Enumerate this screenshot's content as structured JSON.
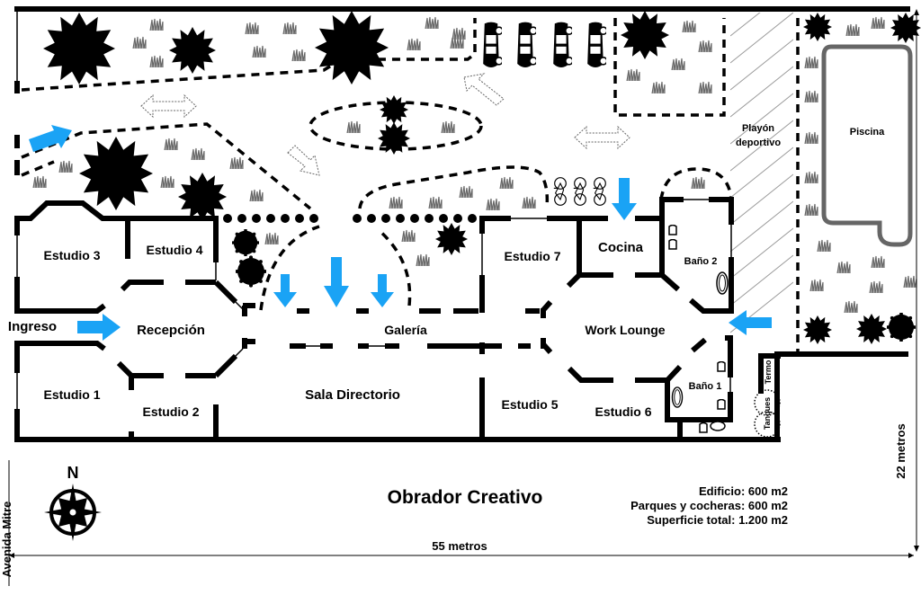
{
  "title": "Obrador Creativo",
  "stats": [
    "Edificio: 600 m2",
    "Parques y cocheras: 600 m2",
    "Superficie total: 1.200 m2"
  ],
  "dimensions": {
    "width_label": "55 metros",
    "height_label": "22 metros"
  },
  "street": "Avenida Mitre",
  "compass": "N",
  "entrance": "Ingreso",
  "rooms": {
    "estudio_1": "Estudio 1",
    "estudio_2": "Estudio 2",
    "estudio_3": "Estudio 3",
    "estudio_4": "Estudio 4",
    "estudio_5": "Estudio 5",
    "estudio_6": "Estudio 6",
    "estudio_7": "Estudio 7",
    "recepcion": "Recepción",
    "galeria": "Galería",
    "sala_directorio": "Sala Directorio",
    "cocina": "Cocina",
    "work_lounge": "Work Lounge",
    "bano_1": "Baño 1",
    "bano_2": "Baño 2",
    "termo": "Termo",
    "tanques": "Tanques"
  },
  "outdoor": {
    "playon_line1": "Playón",
    "playon_line2": "deportivo",
    "piscina": "Piscina"
  },
  "icons": {
    "tree": "tree-icon",
    "grass": "grass-icon",
    "car": "car-icon",
    "bicycle": "bicycle-icon",
    "toilet": "toilet-icon",
    "sink": "sink-icon",
    "compass": "compass-rose-icon",
    "entry_arrow": "blue-arrow-icon",
    "circulation_arrow": "outline-arrow-icon"
  },
  "colors": {
    "accent_arrow": "#1aa3f5",
    "pool_border": "#666666",
    "wall": "#000000"
  }
}
